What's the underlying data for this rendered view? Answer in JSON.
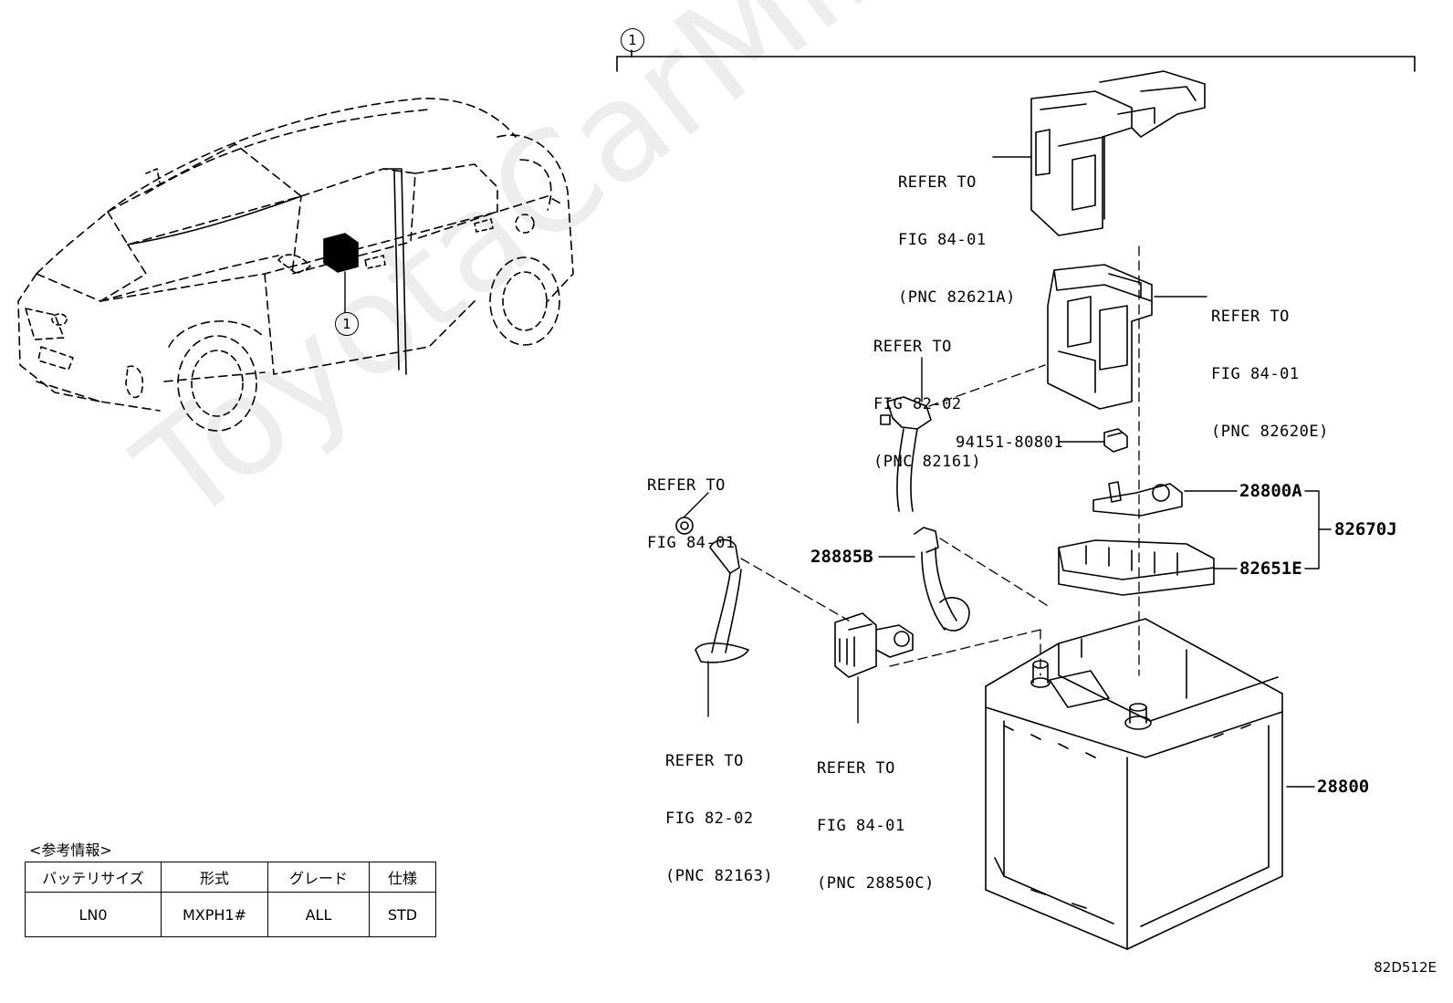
{
  "watermark": "ToyotaCarMine.ru",
  "callout_marker": "1",
  "labels": {
    "refer_82621a": [
      "REFER TO",
      "FIG 84-01",
      "(PNC 82621A)"
    ],
    "refer_82620e": [
      "REFER TO",
      "FIG 84-01",
      "(PNC 82620E)"
    ],
    "refer_82161": [
      "REFER TO",
      "FIG 82-02",
      "(PNC 82161)"
    ],
    "refer_fig8401": [
      "REFER TO",
      "FIG 84-01"
    ],
    "refer_82163": [
      "REFER TO",
      "FIG 82-02",
      "(PNC 82163)"
    ],
    "refer_28850c": [
      "REFER TO",
      "FIG 84-01",
      "(PNC 28850C)"
    ]
  },
  "part_numbers": {
    "p94151": "94151-80801",
    "p28800a": "28800A",
    "p82651e": "82651E",
    "p82670j": "82670J",
    "p28885b": "28885B",
    "p28800": "28800"
  },
  "reference_table": {
    "title": "<参考情報>",
    "headers": [
      "バッテリサイズ",
      "形式",
      "グレード",
      "仕様"
    ],
    "row": [
      "LN0",
      "MXPH1#",
      "ALL",
      "STD"
    ]
  },
  "diagram_code": "82D512E"
}
